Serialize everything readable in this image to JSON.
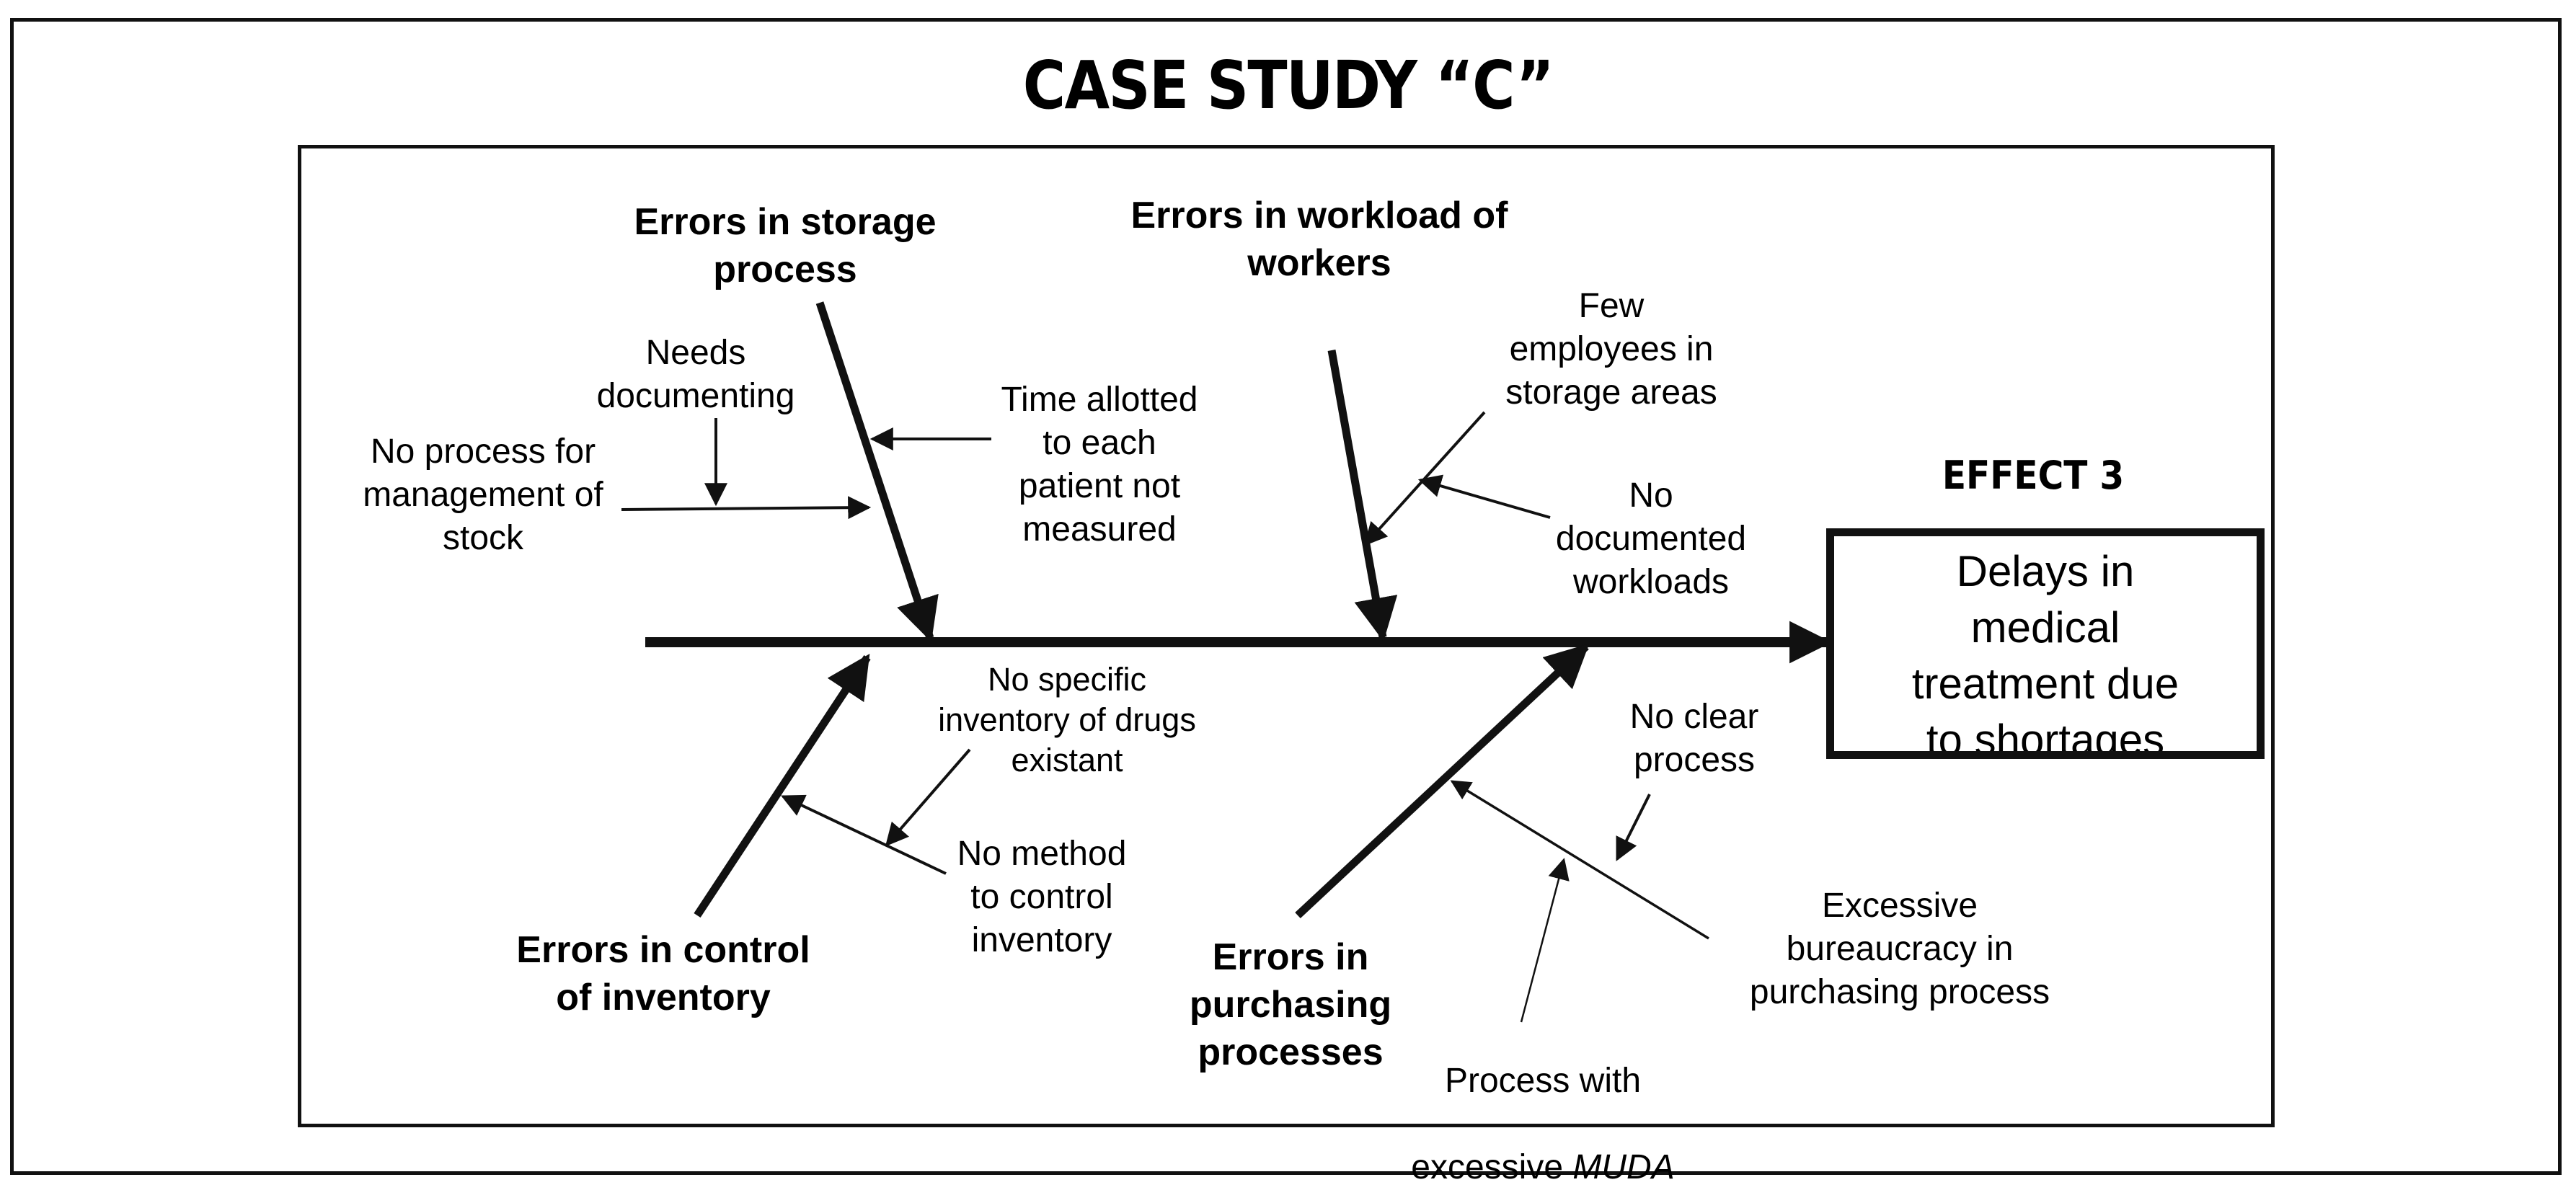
{
  "title": "CASE STUDY “C”",
  "effect": {
    "label": "EFFECT 3",
    "text": "Delays in\nmedical\ntreatment due\nto shortages"
  },
  "categories": {
    "storage": "Errors in storage\nprocess",
    "workload": "Errors in workload of\nworkers",
    "inventory": "Errors in control\nof inventory",
    "purchasing": "Errors in\npurchasing\nprocesses"
  },
  "causes": {
    "needs_documenting": "Needs\ndocumenting",
    "no_process_stock": "No process for\nmanagement of\nstock",
    "time_allotted": "Time allotted\nto  each\npatient not\nmeasured",
    "few_employees": "Few\nemployees in\nstorage areas",
    "no_documented_workloads": "No\ndocumented\nworkloads",
    "no_specific_inventory": "No specific\ninventory of drugs\nexistant",
    "no_method_inventory": "No method\nto control\ninventory",
    "no_clear_process": "No clear\nprocess",
    "excessive_bureaucracy": "Excessive\nbureaucracy in\npurchasing process",
    "muda_line1": "Process with",
    "muda_prefix": "excessive ",
    "muda_word": "MUDA"
  }
}
